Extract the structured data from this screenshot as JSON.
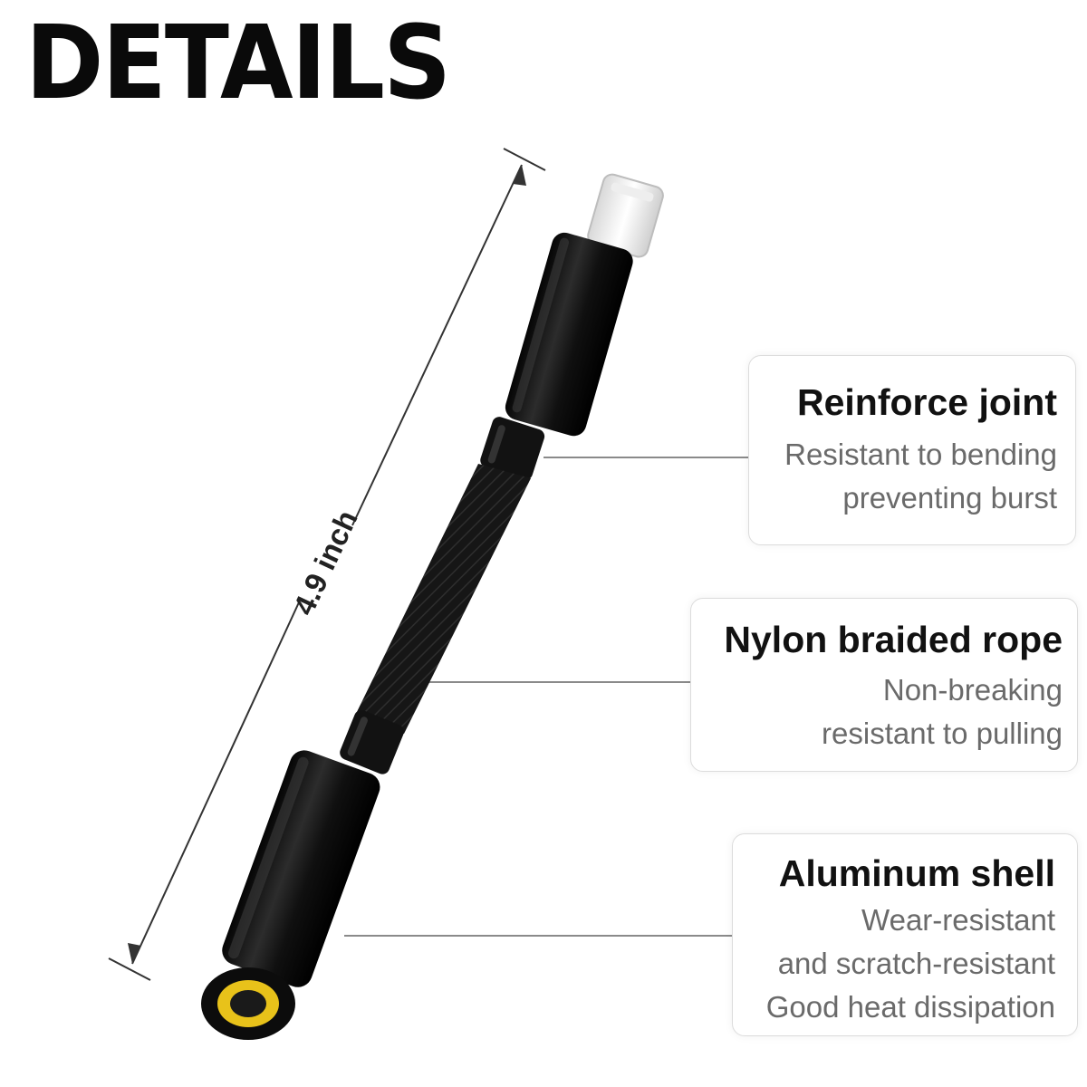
{
  "page": {
    "title": "DETAILS"
  },
  "dimension": {
    "label": "4.9 inch"
  },
  "features": [
    {
      "title": "Reinforce joint",
      "lines": [
        "Resistant to bending",
        "preventing burst"
      ]
    },
    {
      "title": "Nylon braided rope",
      "lines": [
        "Non-breaking",
        "resistant to pulling"
      ]
    },
    {
      "title": "Aluminum shell",
      "lines": [
        "Wear-resistant",
        "and scratch-resistant",
        "Good heat dissipation"
      ]
    }
  ],
  "colors": {
    "product_body": "#141414",
    "jack_ring": "#e8c21a",
    "leader_line": "#8a8a8a"
  },
  "icons": {
    "product": "lightning-to-3.5mm-adapter-cable"
  }
}
